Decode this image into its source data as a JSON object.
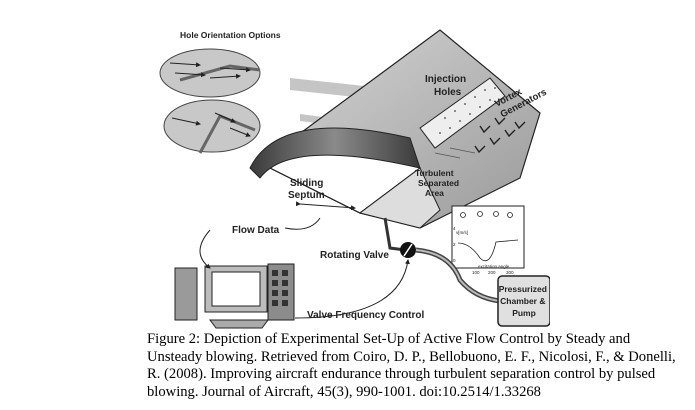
{
  "figure": {
    "labels": {
      "hole_orientation": "Hole Orientation Options",
      "injection_holes": [
        "Injection",
        "Holes"
      ],
      "vortex_generators": [
        "Vortex",
        "Generators"
      ],
      "turbulent_area": [
        "Turbulent",
        "Separated",
        "Area"
      ],
      "sliding_septum": [
        "Sliding",
        "Septum"
      ],
      "flow_data": "Flow Data",
      "rotating_valve": "Rotating Valve",
      "valve_frequency_control": "Valve Frequency Control",
      "pressurized_chamber": [
        "Pressurized",
        "Chamber &",
        "Pump"
      ],
      "inset_y_label": "v[m/s]",
      "inset_x_label": "excitation angle",
      "inset_x_ticks": [
        "0",
        "100",
        "200",
        "300"
      ],
      "inset_y_ticks": [
        "4",
        "2",
        "0"
      ]
    }
  },
  "caption": "Figure 2: Depiction of Experimental Set-Up of Active Flow Control by Steady and Unsteady blowing. Retrieved from Coiro, D. P., Bellobuono, E. F., Nicolosi, F., & Donelli, R. (2008). Improving aircraft endurance through turbulent separation control by pulsed blowing. Journal of Aircraft, 45(3), 990-1001. doi:10.2514/1.33268"
}
